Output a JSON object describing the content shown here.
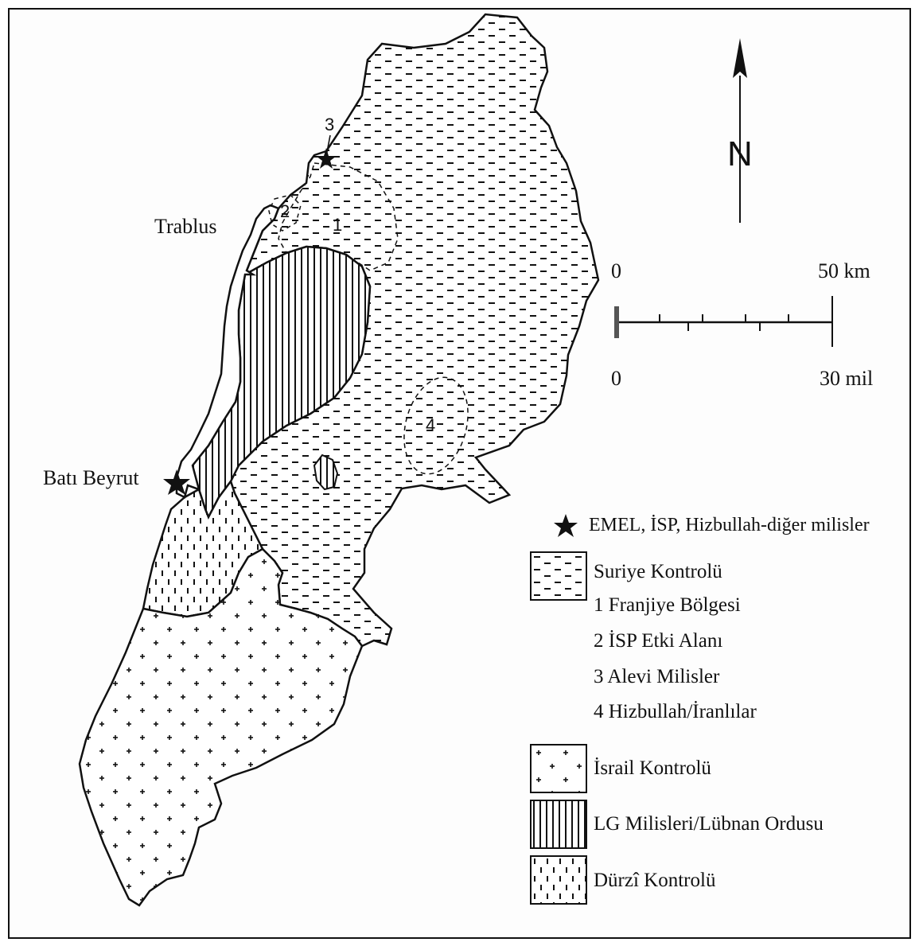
{
  "places": {
    "trablus": "Trablus",
    "bati_beyrut": "Batı Beyrut"
  },
  "zones": {
    "z1": "1",
    "z2": "2",
    "z3": "3",
    "z4": "4"
  },
  "north": {
    "letter": "N"
  },
  "scale": {
    "km_start": "0",
    "km_end": "50 km",
    "mile_start": "0",
    "mile_end": "30 mil"
  },
  "legend": {
    "star_label": "EMEL, İSP, Hizbullah-diğer milisler",
    "syria_label": "Suriye Kontrolü",
    "syria_subitems": [
      "1 Franjiye Bölgesi",
      "2 İSP Etki Alanı",
      "3 Alevi Milisler",
      "4 Hizbullah/İranlılar"
    ],
    "israel_label": "İsrail Kontrolü",
    "lf_label": "LG Milisleri/Lübnan Ordusu",
    "druze_label": "Dürzî Kontrolü"
  },
  "colors": {
    "ink": "#111111",
    "paper": "#ffffff"
  }
}
